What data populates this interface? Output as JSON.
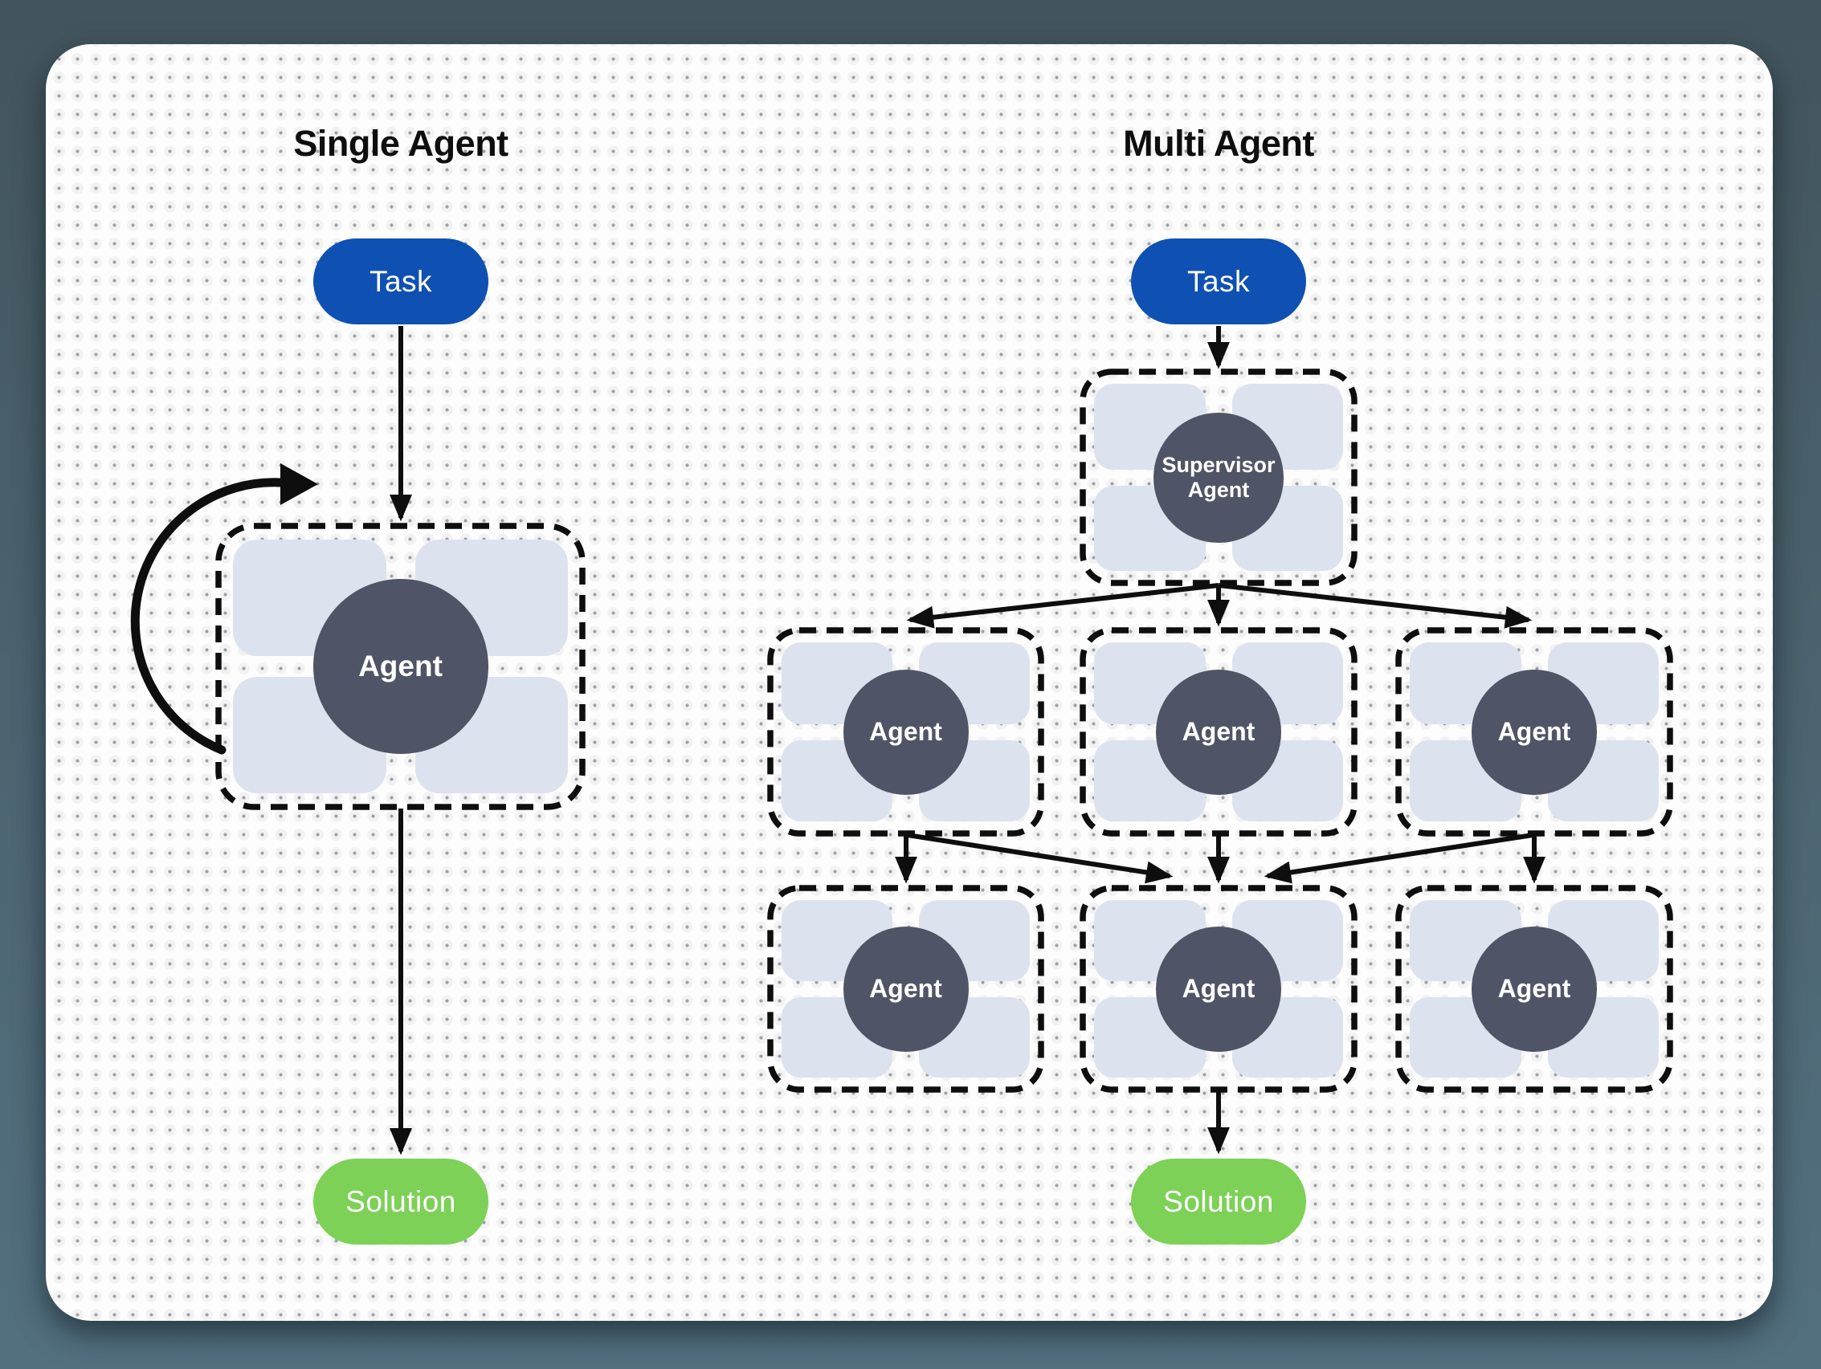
{
  "single": {
    "title": "Single Agent",
    "task_label": "Task",
    "agent_label": "Agent",
    "solution_label": "Solution"
  },
  "multi": {
    "title": "Multi Agent",
    "task_label": "Task",
    "supervisor_label": "Supervisor Agent",
    "workers_row1": [
      "Agent",
      "Agent",
      "Agent"
    ],
    "workers_row2": [
      "Agent",
      "Agent",
      "Agent"
    ],
    "solution_label": "Solution"
  },
  "icons": {
    "arrow": "down-arrow-connector",
    "loop": "self-loop-arrow"
  },
  "colors": {
    "outer_background": "#4a626d",
    "canvas": "#fdfdfd",
    "dot_grid": "#9ba0a6",
    "task_fill": "#0f50b3",
    "solution_fill": "#7cd156",
    "agent_circle_fill": "#4f5566",
    "tool_tile_fill": "#dde3ee",
    "connector": "#0e0e0e"
  }
}
